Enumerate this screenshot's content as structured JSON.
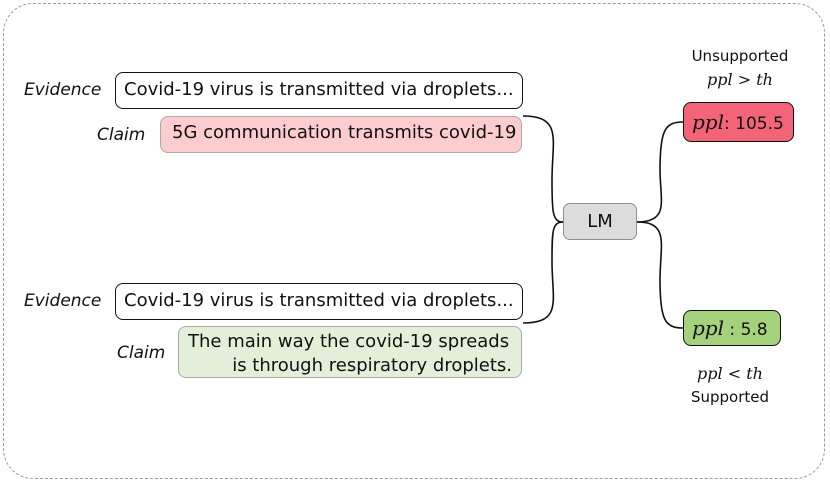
{
  "top_pair": {
    "evidence_label": "Evidence",
    "evidence_text": "Covid-19 virus is transmitted via droplets...",
    "claim_label": "Claim",
    "claim_text": "5G communication transmits covid-19"
  },
  "bottom_pair": {
    "evidence_label": "Evidence",
    "evidence_text": "Covid-19 virus is transmitted via droplets...",
    "claim_label": "Claim",
    "claim_line1": "The main way the covid-19 spreads",
    "claim_line2": "is through respiratory droplets."
  },
  "model": {
    "label": "LM"
  },
  "unsupported": {
    "status": "Unsupported",
    "condition": "ppl > th",
    "ppl_symbol": "ppl",
    "ppl_separator": ":",
    "ppl_value": "105.5"
  },
  "supported": {
    "status": "Supported",
    "condition": "ppl < th",
    "ppl_symbol": "ppl",
    "ppl_separator": ":",
    "ppl_value": "5.8"
  },
  "colors": {
    "unsupported_claim_fill": "#fccccf",
    "supported_claim_fill": "#e3efd9",
    "unsupported_result_fill": "#f36478",
    "supported_result_fill": "#a6d17c",
    "model_fill": "#dcdcdc"
  }
}
